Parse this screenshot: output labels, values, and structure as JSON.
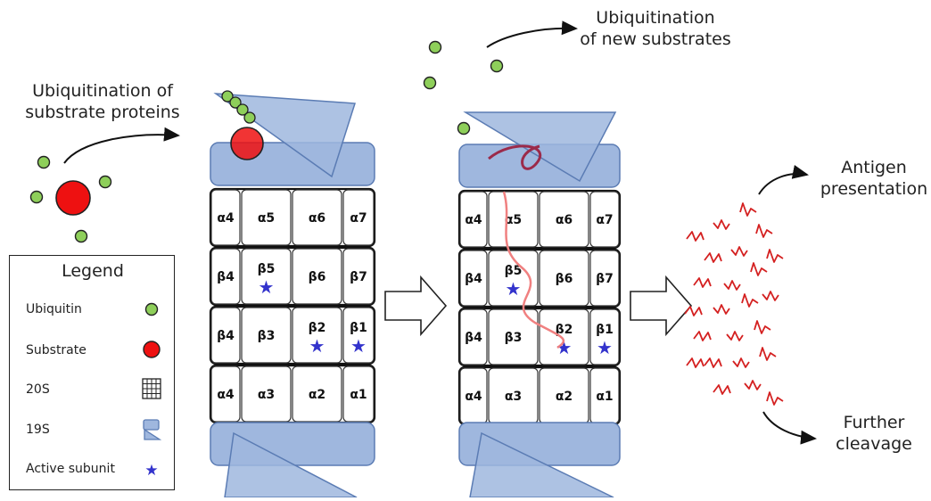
{
  "labels": {
    "ubiquitination_substrates": [
      "Ubiquitination of",
      "substrate proteins"
    ],
    "ubiquitination_new": [
      "Ubiquitination",
      "of new substrates"
    ],
    "antigen": [
      "Antigen",
      "presentation"
    ],
    "further": [
      "Further",
      "cleavage"
    ]
  },
  "legend": {
    "title": "Legend",
    "items": [
      {
        "label": "Ubiquitin",
        "icon": "ubiquitin-icon"
      },
      {
        "label": "Substrate",
        "icon": "substrate-icon"
      },
      {
        "label": "20S",
        "icon": "grid-icon"
      },
      {
        "label": "19S",
        "icon": "19s-icon"
      },
      {
        "label": "Active subunit",
        "icon": "star-icon"
      }
    ]
  },
  "proteasome_rows": [
    [
      "α4",
      "α5",
      "α6",
      "α7"
    ],
    [
      "β4",
      "β5",
      "β6",
      "β7"
    ],
    [
      "β4",
      "β3",
      "β2",
      "β1"
    ],
    [
      "α4",
      "α3",
      "α2",
      "α1"
    ]
  ],
  "active_subunits": [
    "β5",
    "β2",
    "β1"
  ],
  "colors": {
    "ubiquitin": "#8ecf5a",
    "substrate": "#ee1111",
    "cap": "#9fb7de",
    "cap_border": "#5b7cb4",
    "star": "#3333cc",
    "peptide": "#d42020",
    "strand": "#9b2a4a"
  }
}
